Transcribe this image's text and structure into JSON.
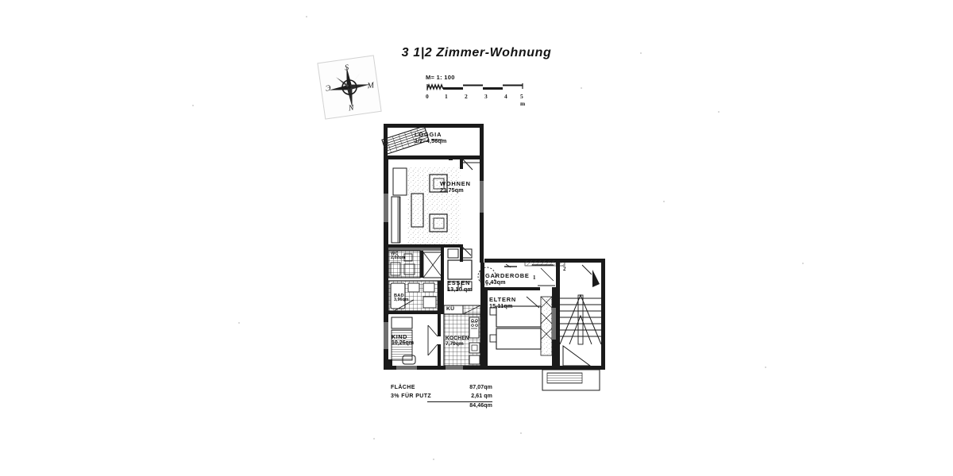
{
  "document": {
    "title": "3 1|2 Zimmer-Wohnung",
    "type": "architectural-floor-plan"
  },
  "scale": {
    "label": "M= 1: 100",
    "ticks": [
      "0",
      "1",
      "2",
      "3",
      "4",
      "5 m"
    ]
  },
  "compass": {
    "name": "compass-rose",
    "north": "N",
    "south": "S",
    "east": "Э",
    "west": "M"
  },
  "rooms": [
    {
      "key": "loggia",
      "name": "LOGGIA",
      "area": "1/2=4,56qm"
    },
    {
      "key": "wohnen",
      "name": "WOHNEN",
      "area": "23,75qm"
    },
    {
      "key": "wc",
      "name": "WC",
      "area": "2,02qm"
    },
    {
      "key": "bad",
      "name": "BAD",
      "area": "3,96qm"
    },
    {
      "key": "essen",
      "name": "ESSEN",
      "area": "13,10 qm"
    },
    {
      "key": "garderobe",
      "name": "GARDEROBE",
      "area": "6,43qm"
    },
    {
      "key": "eltern",
      "name": "ELTERN",
      "area": "15,11qm"
    },
    {
      "key": "kind",
      "name": "KIND",
      "area": "10,26qm"
    },
    {
      "key": "kochen",
      "name": "KOCHEN",
      "area": "7,79qm"
    },
    {
      "key": "kuche",
      "name": "KÜ",
      "area": ""
    }
  ],
  "markers": {
    "stair_room_1": "1",
    "stair_room_2": "2"
  },
  "summary": {
    "flaeche_label": "FLÄCHE",
    "flaeche_value": "87,07qm",
    "putz_label": "3% FÜR PUTZ",
    "putz_value": "2,61 qm",
    "total_value": "84,46qm"
  },
  "colors": {
    "paper": "#ffffff",
    "ink": "#101010",
    "wall": "#1a1a1a",
    "hatch": "#3a3a3a"
  }
}
